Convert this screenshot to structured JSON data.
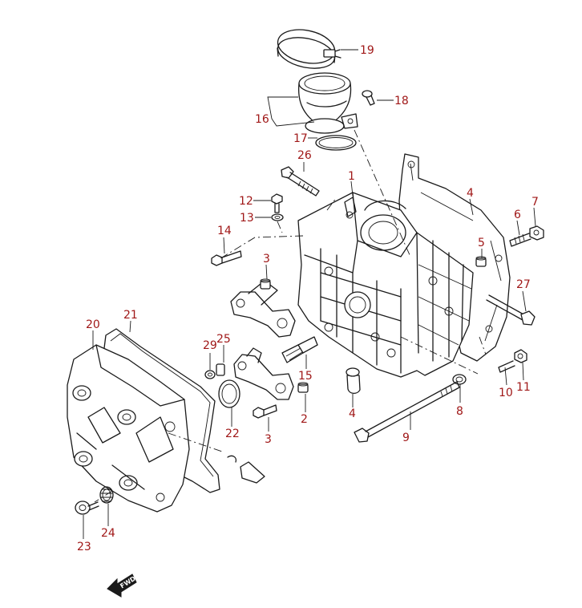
{
  "callouts": [
    {
      "id": "1",
      "label": "1"
    },
    {
      "id": "2",
      "label": "2"
    },
    {
      "id": "3a",
      "label": "3"
    },
    {
      "id": "3b",
      "label": "3"
    },
    {
      "id": "4",
      "label": "4"
    },
    {
      "id": "5",
      "label": "5"
    },
    {
      "id": "6",
      "label": "6"
    },
    {
      "id": "7",
      "label": "7"
    },
    {
      "id": "8",
      "label": "8"
    },
    {
      "id": "9",
      "label": "9"
    },
    {
      "id": "10",
      "label": "10"
    },
    {
      "id": "11",
      "label": "11"
    },
    {
      "id": "12",
      "label": "12"
    },
    {
      "id": "13",
      "label": "13"
    },
    {
      "id": "14",
      "label": "14"
    },
    {
      "id": "15",
      "label": "15"
    },
    {
      "id": "16",
      "label": "16"
    },
    {
      "id": "17",
      "label": "17"
    },
    {
      "id": "18",
      "label": "18"
    },
    {
      "id": "19",
      "label": "19"
    },
    {
      "id": "20",
      "label": "20"
    },
    {
      "id": "21",
      "label": "21"
    },
    {
      "id": "22",
      "label": "22"
    },
    {
      "id": "23",
      "label": "23"
    },
    {
      "id": "24",
      "label": "24"
    },
    {
      "id": "25",
      "label": "25"
    },
    {
      "id": "26",
      "label": "26"
    },
    {
      "id": "27",
      "label": "27"
    },
    {
      "id": "28",
      "label": "28"
    },
    {
      "id": "29",
      "label": "29"
    }
  ],
  "direction_marker": {
    "label": "FWD"
  }
}
